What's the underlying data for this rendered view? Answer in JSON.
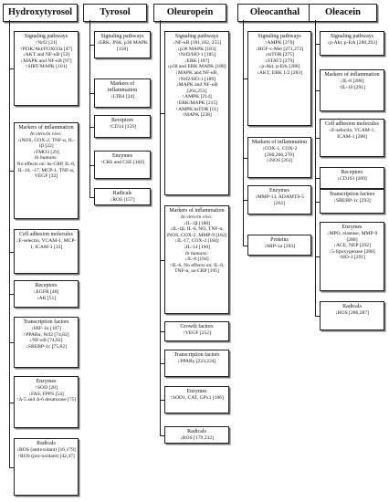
{
  "columns": [
    {
      "title": "Hydroxytyrosol",
      "boxes": [
        {
          "title": "Signaling pathways",
          "items": [
            "↑Nrf2 [21]",
            "↑PI3K/Akt/FOXO3a [47]",
            "↓AKT and NF-κB [53]",
            "↓MAPK and NF-κB [97]",
            "↑SIRT/MAPK [101]"
          ]
        },
        {
          "title": "Markers of inflammation",
          "items": [
            {
              "sub": "In vitro/in vivo:"
            },
            "↓iNOS, COX-2, TNF-α, IL-1β [22]",
            "↓FMO3 [29]",
            {
              "sub": "In humans:"
            },
            "No effects on: hs-CRP, IL-6, IL-10, -17, MCP-1, TNF-α, VEGF [32]"
          ]
        },
        {
          "title": "Cell adhesion molecules",
          "items": [
            "↓E-selectin, VCAM-1, MCP-1, ICAM-1 [33]"
          ]
        },
        {
          "title": "Receptors",
          "items": [
            "↓EGFR [48]",
            "↓AR [51]"
          ]
        },
        {
          "title": "Transcription factors",
          "items": [
            "↓HIF-1α [107]",
            "↑PPARα, Nrf2 [74,82]",
            "↓NF-κB [74,82]",
            "↓SREBP-1c [75,82]"
          ]
        },
        {
          "title": "Enzymes",
          "items": [
            "↑SOD [28]",
            "↓FAS, FPPS [54]",
            "↑Δ-5 and Δ-6 desaturase [75]"
          ]
        },
        {
          "title": "Radicals",
          "items": [
            "↓ROS (antioxidant) [16,179]",
            "↑ROS (pro-oxidant) [42,47]"
          ]
        }
      ]
    },
    {
      "title": "Tyrosol",
      "boxes": [
        {
          "title": "Signaling pathways",
          "items": [
            "↓ERK, JNK, p38 MAPK [158]"
          ]
        },
        {
          "title": "Markers of inflammation",
          "items": [
            "↓LTB4 [24]"
          ]
        },
        {
          "title": "Receptors",
          "items": [
            "↑CD14 [159]"
          ]
        },
        {
          "title": "Enzymes",
          "items": [
            "↑CBS and CSE [166]"
          ]
        },
        {
          "title": "Radicals",
          "items": [
            "↓ROS [157]"
          ]
        }
      ]
    },
    {
      "title": "Oleuropein",
      "boxes": [
        {
          "title": "Signaling pathways",
          "items": [
            "↓NF-κB [181,182, 255]",
            "↓p38 MAPK [183]",
            "↑Nrf2/HO-1 [185]",
            "↓ERK [187]",
            "↓p38 and ERK MAPK [188]",
            "↓MAPK and NF-κB, ↑Nrf2/HO-1 [189]",
            "↓MAPK and NF-κB [204,251]",
            "↑AMPK [214]",
            "↑ERK/MAPK [215]",
            "↑AMPK/mTOR [11]",
            "↑MAPK [238]"
          ]
        },
        {
          "title": "Markers of inflammation",
          "items": [
            {
              "sub": "In vitro/in vivo:"
            },
            "↓IL-1β [180]",
            "↓IL-1β, IL-6, NO, TNF-α, iNOS, COX-2, MMP-9 [182]",
            "↓IL-17, COX-2 [184]",
            "↓IL-14 [190]",
            {
              "sub": "In humans:"
            },
            "↓IL-8 [194]",
            "↑IL-6, No effects on: IL-8, TNF-α, us-CRP [195]"
          ]
        },
        {
          "title": "Growth factors",
          "items": [
            "↑VEGF [252]"
          ]
        },
        {
          "title": "Transcription factors",
          "items": [
            "↓PPARγ [223,224]"
          ]
        },
        {
          "title": "Enzymes",
          "items": [
            "↑SOD1, CAT, GPx1 [186]"
          ]
        },
        {
          "title": "Radicals",
          "items": [
            "↓ROS [179,232]"
          ]
        }
      ]
    },
    {
      "title": "Oleocanthal",
      "boxes": [
        {
          "title": "Signaling pathways",
          "items": [
            "↑AMPK [270]",
            "↓HGF-c-Met [271,272]",
            "↓mTOR [275]",
            "↓STAT3 [279]",
            "↓p-Akt, p-Erk [280]",
            "↓AKT, ERK 1/2 [283]"
          ]
        },
        {
          "title": "Markers of inflammation",
          "items": [
            "↓COX-1, COX-2 [260,266,270]",
            "↓iNOS [261]"
          ]
        },
        {
          "title": "Enzymes",
          "items": [
            "↓MMP-13, ADAMTS-5 [262]"
          ]
        },
        {
          "title": "Proteins",
          "items": [
            "↓MIP-1α [283]"
          ]
        }
      ]
    },
    {
      "title": "Oleacein",
      "boxes": [
        {
          "title": "Signaling pathways",
          "items": [
            "↓p-Akt, p-Erk [280,293]"
          ]
        },
        {
          "title": "Markers of inflammation",
          "items": [
            "↓IL-8 [288]",
            "↑IL-10 [291]"
          ]
        },
        {
          "title": "Cell adhesion molecules",
          "items": [
            "↓E-selectin, VCAM-1, ICAM-1 [288]"
          ]
        },
        {
          "title": "Receptors",
          "items": [
            "↓CD163 [289]"
          ]
        },
        {
          "title": "Transcription factors",
          "items": [
            "↓SREBP-1c [293]"
          ]
        },
        {
          "title": "Enzymes",
          "items": [
            "↓MPO, elastase, MMP-9 [288]",
            "↓ACE, NEP [292]",
            "↓5-lipoxygenase [288]",
            "↑HO-1 [291]"
          ]
        },
        {
          "title": "Radicals",
          "items": [
            "↓ROS [286,287]"
          ]
        }
      ]
    }
  ]
}
